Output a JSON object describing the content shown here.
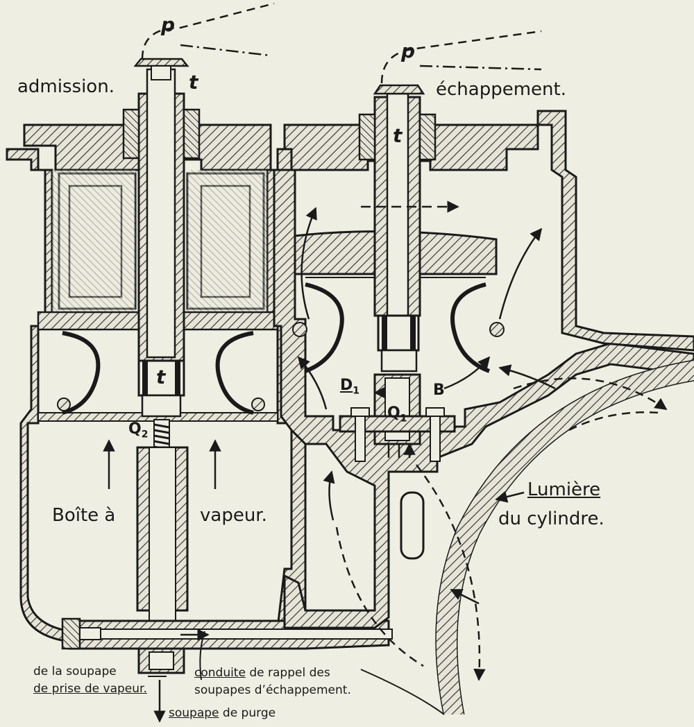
{
  "labels": {
    "admission": "admission.",
    "echappement": "échappement.",
    "p_left": "p",
    "p_right": "p",
    "t_top_left": "t",
    "t_top_right": "t",
    "t_mid_left": "t",
    "q2": "Q",
    "q2_sub": "2",
    "q1": "Q",
    "q1_sub": "1",
    "d1": "D",
    "d1_sub": "1",
    "b": "B",
    "boite": "Boîte à",
    "vapeur": "vapeur.",
    "lumiere": "Lumière",
    "du_cylindre": "du cylindre.",
    "soupape_prise_1": "de la soupape",
    "soupape_prise_2": "de prise de vapeur.",
    "conduite_word": "conduite",
    "conduite_rest": " de rappel des",
    "soupapes_echappement": "soupapes d’échappement.",
    "soupape_word": "soupape",
    "purge_rest": " de purge"
  },
  "colors": {
    "background": "#efeee2",
    "ink": "#1a1a1a",
    "hatch": "#2a2a2a",
    "hatch_bg": "#e6e4d6"
  }
}
